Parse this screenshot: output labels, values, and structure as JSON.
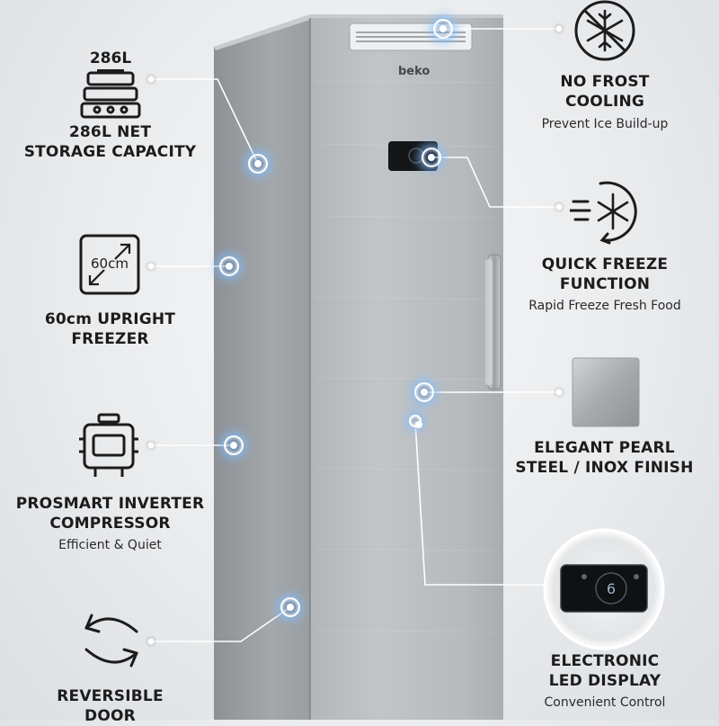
{
  "product": {
    "brand_logo": "beko",
    "display_readout": "6"
  },
  "features": {
    "capacity": {
      "icon_label": "286L",
      "title_line1": "286L NET",
      "title_line2": "STORAGE CAPACITY",
      "icon": "container-stack-icon"
    },
    "size": {
      "icon_label": "60cm",
      "title_line1": "60cm UPRIGHT",
      "title_line2": "FREEZER",
      "icon": "dimension-arrows-icon"
    },
    "compressor": {
      "title_line1": "PROSMART INVERTER",
      "title_line2": "COMPRESSOR",
      "subtitle": "Efficient & Quiet",
      "icon": "compressor-icon"
    },
    "door": {
      "title_line1": "REVERSIBLE",
      "title_line2": "DOOR",
      "icon": "reverse-arrows-icon"
    },
    "no_frost": {
      "title_line1": "NO FROST",
      "title_line2": "COOLING",
      "subtitle": "Prevent Ice Build-up",
      "icon": "no-frost-snowflake-icon"
    },
    "quick_freeze": {
      "title_line1": "QUICK FREEZE",
      "title_line2": "FUNCTION",
      "subtitle": "Rapid Freeze Fresh Food",
      "icon": "quick-freeze-snowflake-icon"
    },
    "finish": {
      "title_line1": "ELEGANT PEARL",
      "title_line2": "STEEL / INOX FINISH",
      "icon": "steel-swatch-icon"
    },
    "display": {
      "title_line1": "ELECTRONIC",
      "title_line2": "LED DISPLAY",
      "subtitle": "Convenient Control",
      "icon": "led-display-icon"
    }
  },
  "colors": {
    "steel_light": "#b9bcbf",
    "steel_dark": "#8e9295",
    "text": "#1c1c1c",
    "glow": "#82beff"
  }
}
